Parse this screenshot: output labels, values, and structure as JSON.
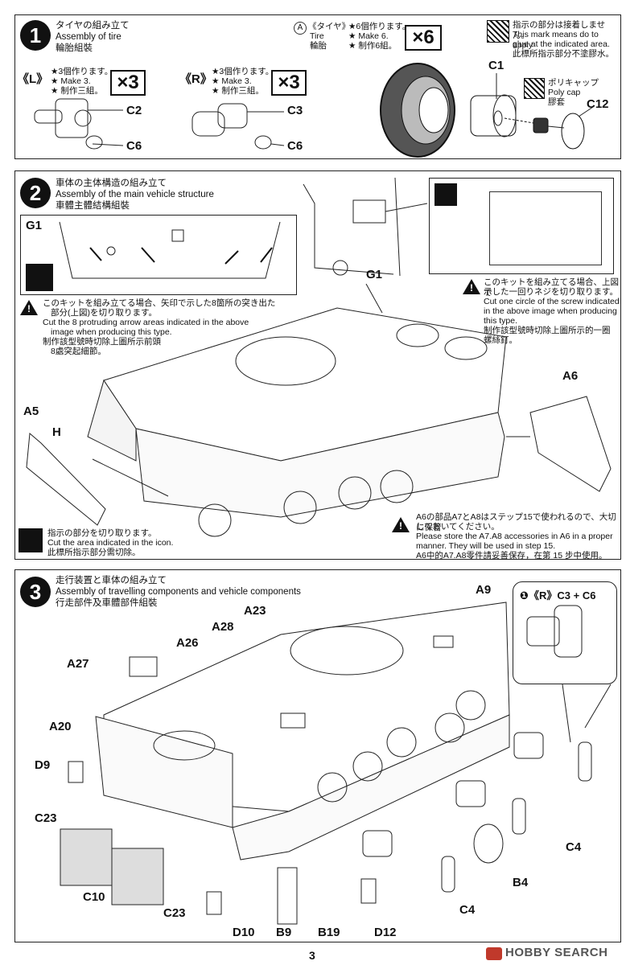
{
  "step1": {
    "num": "1",
    "title_ja": "タイヤの組み立て",
    "title_en": "Assembly of tire",
    "title_zh": "輪胎組裝",
    "left_tag": "《L》",
    "left_lines": [
      "★3個作ります。",
      "★ Make 3.",
      "★ 制作三組。"
    ],
    "left_count": "×3",
    "right_tag": "《R》",
    "right_lines": [
      "★3個作ります。",
      "★ Make 3.",
      "★ 制作三組。"
    ],
    "right_count": "×3",
    "tire_mark": "A",
    "tire_ja": "《タイヤ》",
    "tire_en": "Tire",
    "tire_zh": "輪胎",
    "tire_lines": [
      "★6個作ります。",
      "★ Make 6.",
      "★ 制作6組。"
    ],
    "tire_count": "×6",
    "noglue_lines": [
      "指示の部分は接着しません。",
      "This mark means do to apply",
      "glue at the indicated area.",
      "此標所指示部分不塗膠水。"
    ],
    "polycap_lines": [
      "ポリキャップ",
      "Poly cap",
      "膠套"
    ],
    "labels": {
      "c2": "C2",
      "c6a": "C6",
      "c3": "C3",
      "c6b": "C6",
      "c1": "C1",
      "c12": "C12"
    }
  },
  "step2": {
    "num": "2",
    "title_ja": "車体の主体構造の組み立て",
    "title_en": "Assembly of the main vehicle structure",
    "title_zh": "車體主體結構組裝",
    "g1_inset": "G1",
    "cut_note": [
      "このキットを組み立てる場合、矢印で示した8箇所の突き出た",
      "部分(上図)を切り取ります。",
      "Cut the 8 protruding arrow areas indicated in the above",
      "image when producing this type.",
      "制作該型號時切除上圖所示前頭",
      "8處突起細節。"
    ],
    "screw_note": [
      "このキットを組み立てる場合、上図で",
      "示した一回りネジを切り取ります。",
      "Cut one circle of the screw indicated",
      "in the above image when producing",
      "this type.",
      "制作該型號時切除上圖所示的一圈",
      "螺絲釘。"
    ],
    "labels": {
      "g1": "G1",
      "a6": "A6",
      "a5": "A5",
      "h": "H"
    },
    "cut_icon_note": [
      "指示の部分を切り取ります。",
      "Cut the area indicated in the icon.",
      "此標所指示部分需切除。"
    ],
    "store_note": [
      "A6の部品A7とA8はステップ15で使われるので、大切に保管",
      "しておいてください。",
      "Please store the A7.A8 accessories in A6 in a proper",
      "manner. They will be used in step 15.",
      "A6中的A7.A8零件請妥善保存，在第 15 步中使用。"
    ]
  },
  "step3": {
    "num": "3",
    "title_ja": "走行装置と車体の組み立て",
    "title_en": "Assembly of travelling components and vehicle components",
    "title_zh": "行走部件及車體部件組裝",
    "callout": "❶《R》C3 + C6",
    "labels": {
      "a9": "A9",
      "a23": "A23",
      "a28": "A28",
      "a26": "A26",
      "a27": "A27",
      "a20": "A20",
      "d9": "D9",
      "c23a": "C23",
      "c10": "C10",
      "c23b": "C23",
      "d10": "D10",
      "b9": "B9",
      "b19": "B19",
      "d12": "D12",
      "c4a": "C4",
      "c4b": "C4",
      "b4": "B4"
    }
  },
  "page_number": "3",
  "watermark": "HOBBY SEARCH"
}
